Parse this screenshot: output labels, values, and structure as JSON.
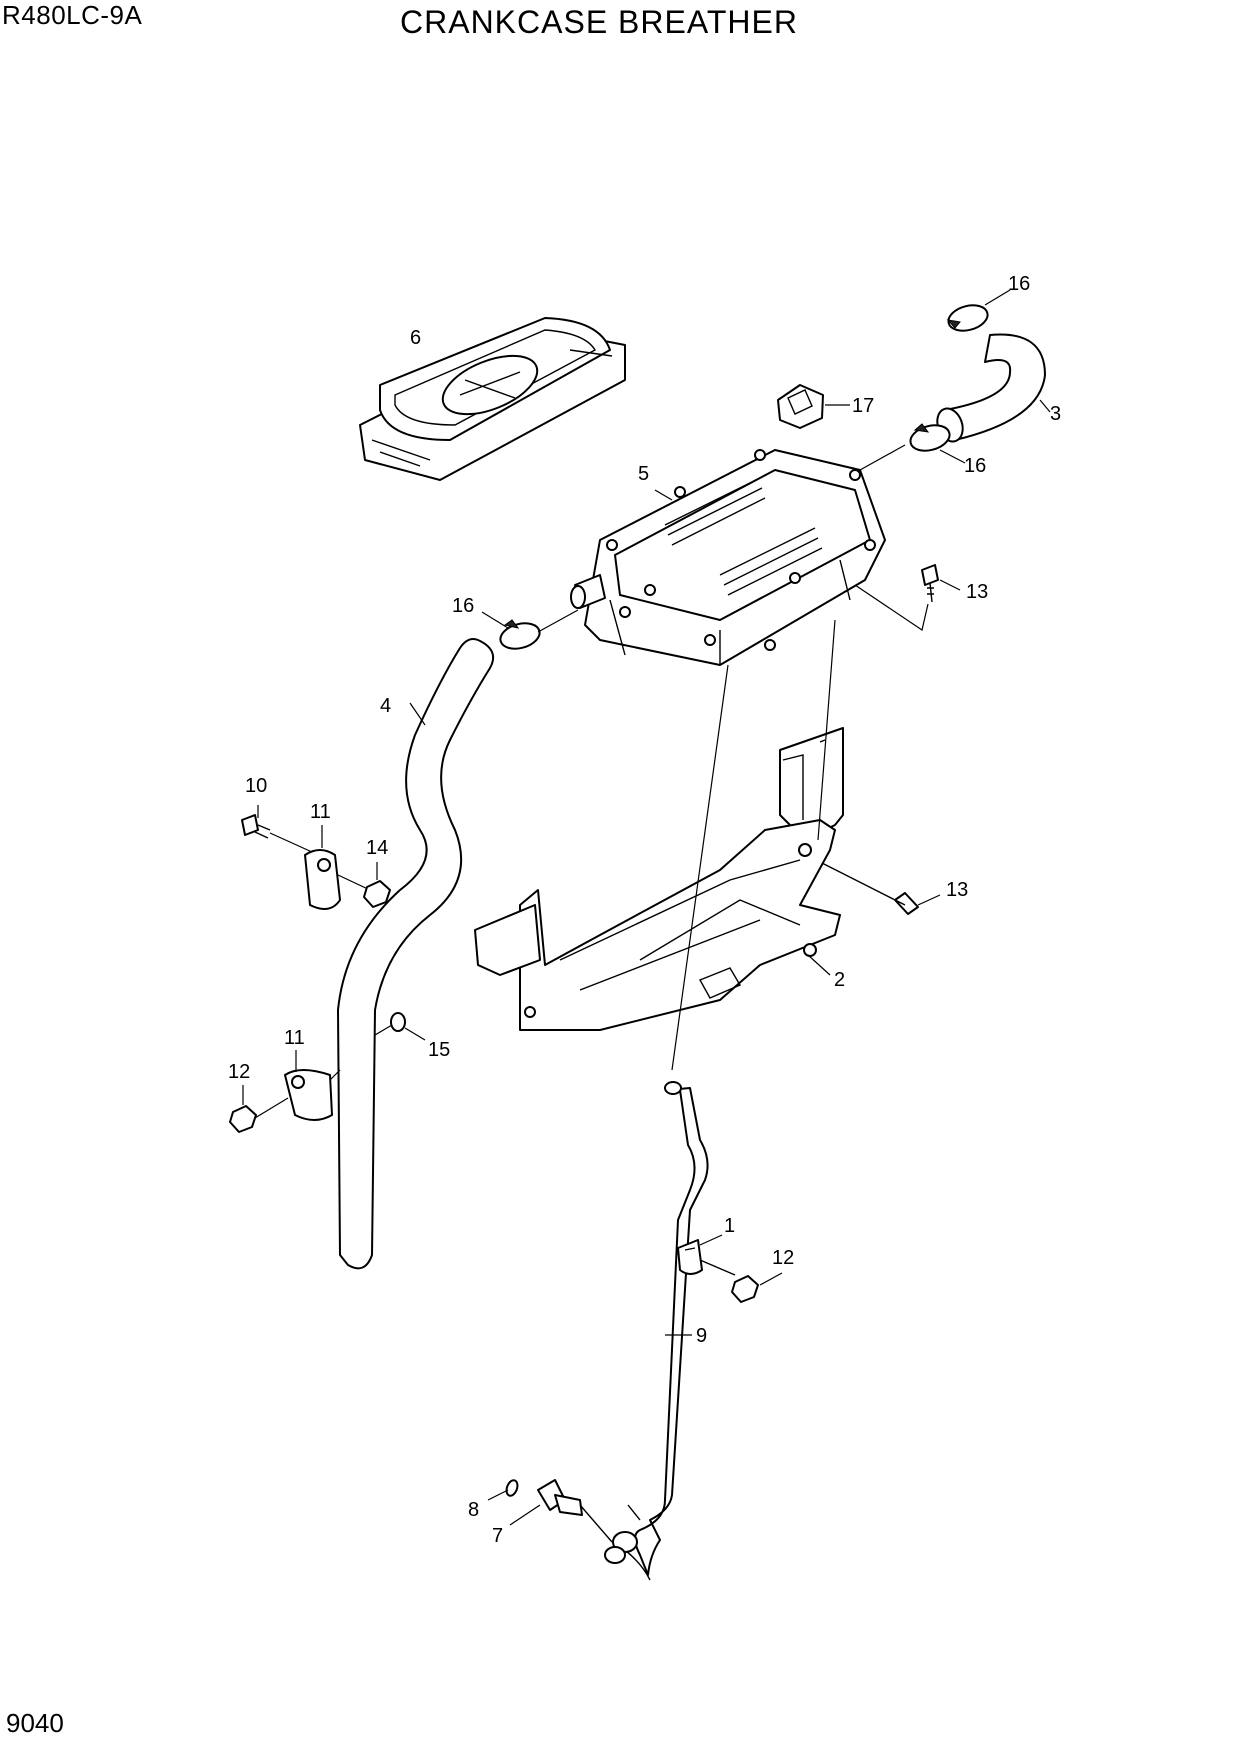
{
  "header": {
    "model": "R480LC-9A",
    "title": "CRANKCASE BREATHER"
  },
  "footer": {
    "page_number": "9040"
  },
  "callouts": {
    "c1": "1",
    "c2": "2",
    "c3": "3",
    "c4": "4",
    "c5": "5",
    "c6": "6",
    "c7": "7",
    "c8": "8",
    "c9": "9",
    "c10": "10",
    "c11a": "11",
    "c11b": "11",
    "c12a": "12",
    "c12b": "12",
    "c13a": "13",
    "c13b": "13",
    "c14": "14",
    "c15": "15",
    "c16a": "16",
    "c16b": "16",
    "c16c": "16",
    "c17": "17"
  }
}
